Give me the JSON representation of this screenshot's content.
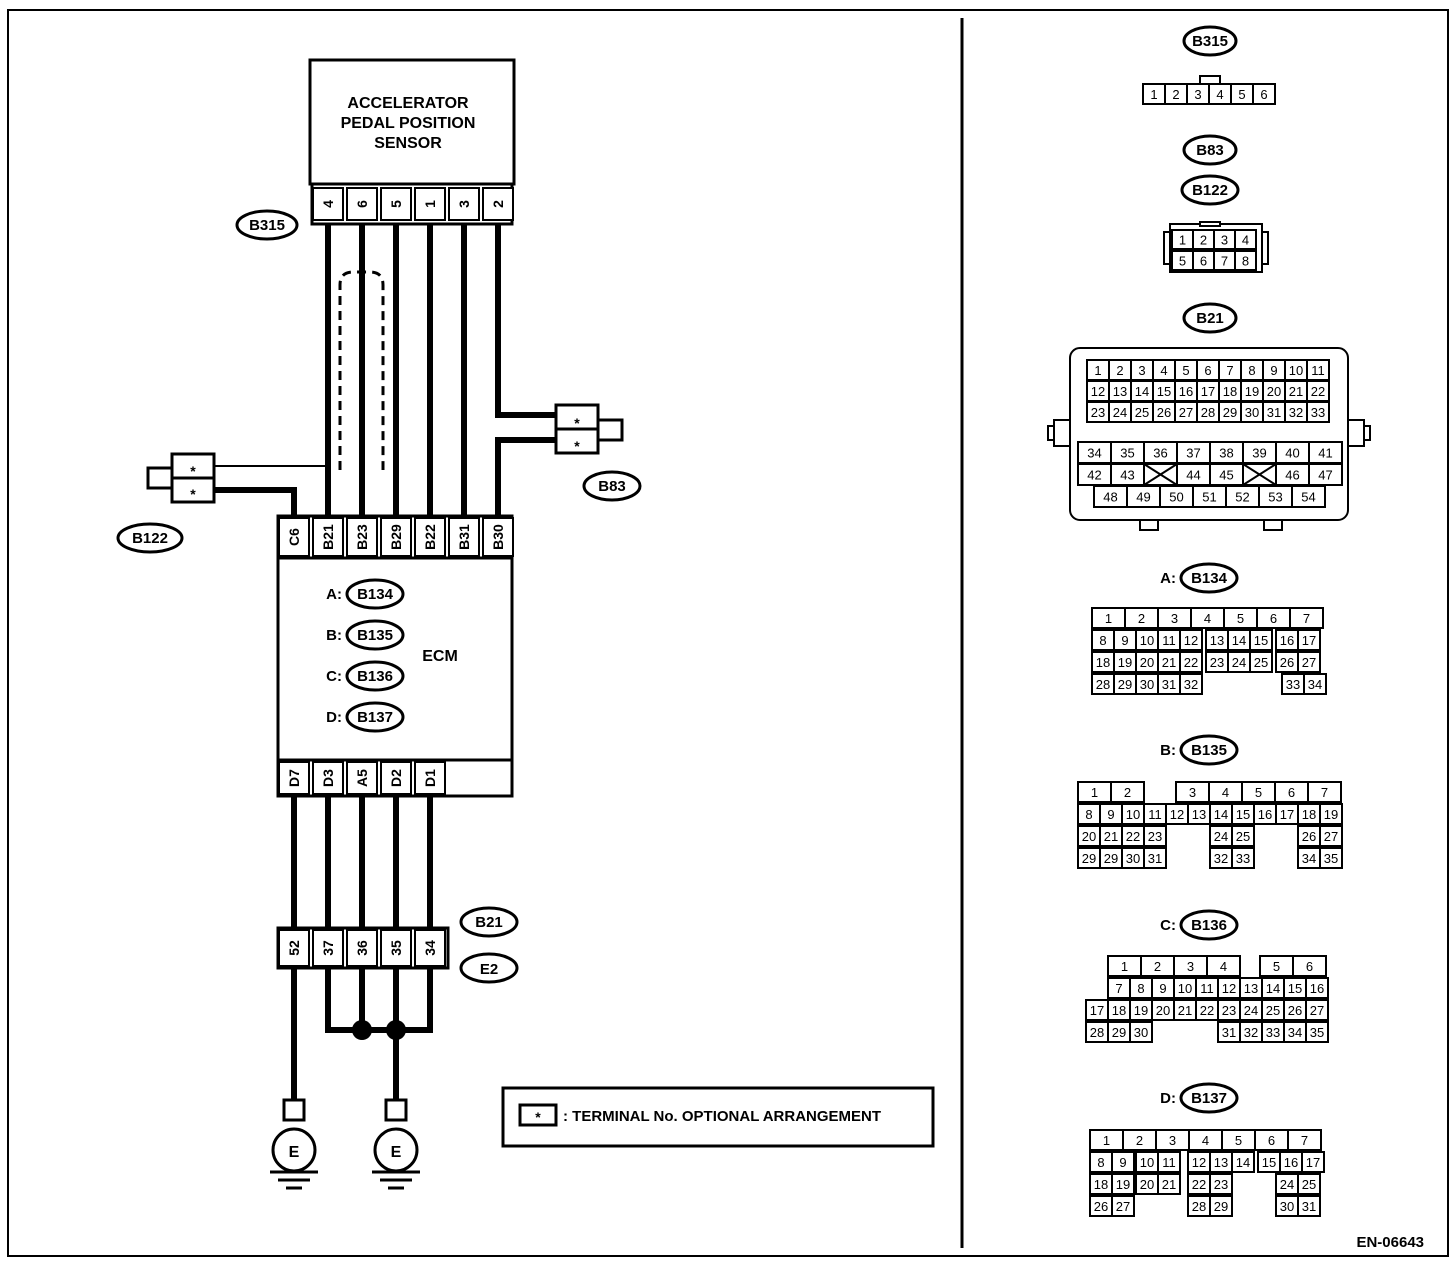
{
  "sensor": {
    "title_lines": [
      "ACCELERATOR",
      "PEDAL POSITION",
      "SENSOR"
    ],
    "connector": "B315",
    "pins": [
      "4",
      "6",
      "5",
      "1",
      "3",
      "2"
    ]
  },
  "ecm": {
    "label": "ECM",
    "top_terminals": [
      "C6",
      "B21",
      "B23",
      "B29",
      "B22",
      "B31",
      "B30"
    ],
    "bottom_terminals": [
      "D7",
      "D3",
      "A5",
      "D2",
      "D1"
    ],
    "connectors": [
      {
        "prefix": "A:",
        "name": "B134"
      },
      {
        "prefix": "B:",
        "name": "B135"
      },
      {
        "prefix": "C:",
        "name": "B136"
      },
      {
        "prefix": "D:",
        "name": "B137"
      }
    ]
  },
  "joint_connectors": {
    "b122": {
      "name": "B122",
      "pins": [
        "*",
        "*"
      ]
    },
    "b83": {
      "name": "B83",
      "pins": [
        "*",
        "*"
      ]
    }
  },
  "ground_block": {
    "tags": [
      "B21",
      "E2"
    ],
    "pins": [
      "52",
      "37",
      "36",
      "35",
      "34"
    ],
    "ground_symbol": "E"
  },
  "legend": {
    "symbol": "*",
    "text": ": TERMINAL No. OPTIONAL ARRANGEMENT"
  },
  "connector_views": {
    "b315": {
      "name": "B315",
      "pins": [
        "1",
        "2",
        "3",
        "4",
        "5",
        "6"
      ]
    },
    "b83": {
      "name": "B83"
    },
    "b122": {
      "name": "B122",
      "rows": [
        [
          "1",
          "2",
          "3",
          "4"
        ],
        [
          "5",
          "6",
          "7",
          "8"
        ]
      ]
    },
    "b21": {
      "name": "B21",
      "rows": [
        [
          "1",
          "2",
          "3",
          "4",
          "5",
          "6",
          "7",
          "8",
          "9",
          "10",
          "11"
        ],
        [
          "12",
          "13",
          "14",
          "15",
          "16",
          "17",
          "18",
          "19",
          "20",
          "21",
          "22"
        ],
        [
          "23",
          "24",
          "25",
          "26",
          "27",
          "28",
          "29",
          "30",
          "31",
          "32",
          "33"
        ],
        [
          "34",
          "35",
          "36",
          "37",
          "38",
          "39",
          "40",
          "41"
        ],
        [
          "42",
          "43",
          "44",
          "45",
          "46",
          "47"
        ],
        [
          "48",
          "49",
          "50",
          "51",
          "52",
          "53",
          "54"
        ]
      ]
    },
    "b134": {
      "prefix": "A:",
      "name": "B134",
      "rows": [
        [
          "1",
          "2",
          "3",
          "4",
          "5",
          "6",
          "7"
        ],
        [
          "8",
          "9",
          "10",
          "11",
          "12",
          "13",
          "14",
          "15",
          "16",
          "17"
        ],
        [
          "18",
          "19",
          "20",
          "21",
          "22",
          "23",
          "24",
          "25",
          "26",
          "27"
        ],
        [
          "28",
          "29",
          "30",
          "31",
          "32",
          "33",
          "34"
        ]
      ]
    },
    "b135": {
      "prefix": "B:",
      "name": "B135",
      "rows": [
        [
          "1",
          "2",
          "3",
          "4",
          "5",
          "6",
          "7"
        ],
        [
          "8",
          "9",
          "10",
          "11",
          "12",
          "13",
          "14",
          "15",
          "16",
          "17",
          "18",
          "19"
        ],
        [
          "20",
          "21",
          "22",
          "23",
          "24",
          "25",
          "26",
          "27"
        ],
        [
          "29",
          "29",
          "30",
          "31",
          "32",
          "33",
          "34",
          "35"
        ]
      ]
    },
    "b136": {
      "prefix": "C:",
      "name": "B136",
      "rows": [
        [
          "1",
          "2",
          "3",
          "4",
          "5",
          "6"
        ],
        [
          "7",
          "8",
          "9",
          "10",
          "11",
          "12",
          "13",
          "14",
          "15",
          "16"
        ],
        [
          "17",
          "18",
          "19",
          "20",
          "21",
          "22",
          "23",
          "24",
          "25",
          "26",
          "27"
        ],
        [
          "28",
          "29",
          "30",
          "31",
          "32",
          "33",
          "34",
          "35"
        ]
      ]
    },
    "b137": {
      "prefix": "D:",
      "name": "B137",
      "rows": [
        [
          "1",
          "2",
          "3",
          "4",
          "5",
          "6",
          "7"
        ],
        [
          "8",
          "9",
          "10",
          "11",
          "12",
          "13",
          "14",
          "15",
          "16",
          "17"
        ],
        [
          "18",
          "19",
          "20",
          "21",
          "22",
          "23",
          "24",
          "25"
        ],
        [
          "26",
          "27",
          "28",
          "29",
          "30",
          "31"
        ]
      ]
    }
  },
  "figure_code": "EN-06643"
}
